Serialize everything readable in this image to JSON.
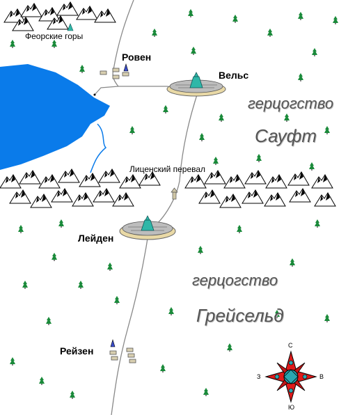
{
  "labels": {
    "feor_mountains": "Феорские горы",
    "roven": "Ровен",
    "vels": "Вельс",
    "duchy_south_word": "герцогство",
    "duchy_south_name": "Сауфт",
    "licen_pass": "Лиценский перевал",
    "leiden": "Лейден",
    "duchy_grey_word": "герцогство",
    "duchy_grey_name": "Грейсельд",
    "reizen": "Рейзен"
  },
  "compass": {
    "north": "С",
    "south": "Ю",
    "west": "З",
    "east": "В"
  },
  "colors": {
    "water": "#0a7bea",
    "tree": "#1a8a3a",
    "road": "#888888",
    "city_plate": "#e9d9a6",
    "city_center": "#2fb7a8",
    "compass_red": "#e01a1a",
    "compass_teal": "#2aa7b0"
  },
  "icons": [
    "tree-icon",
    "mountain-icon",
    "city-icon",
    "village-icon",
    "compass-rose-icon",
    "tower-icon"
  ]
}
